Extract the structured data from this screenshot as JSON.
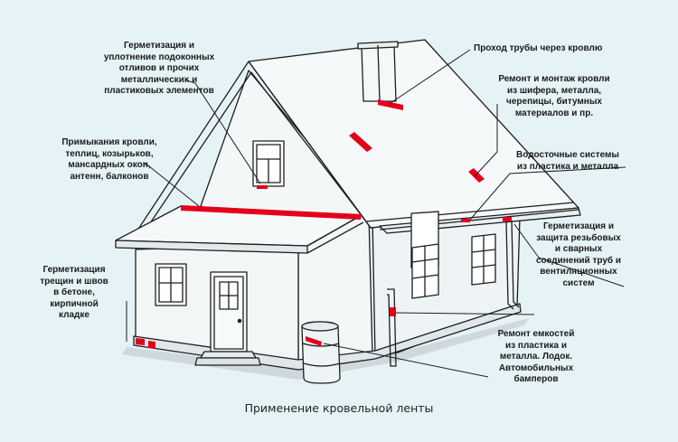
{
  "caption": "Применение кровельной ленты",
  "labels": {
    "sill": [
      "Герметизация и",
      "уплотнение подоконных",
      "отливов и прочих",
      "металлических и",
      "пластиковых элементов"
    ],
    "junction": [
      "Примыкания кровли,",
      "теплиц, козырьков,",
      "мансардных окон,",
      "антенн, балконов"
    ],
    "concrete": [
      "Герметизация",
      "трещин и швов",
      "в бетоне,",
      "кирпичной",
      "кладке"
    ],
    "pipe": [
      "Проход трубы через кровлю"
    ],
    "roofing": [
      "Ремонт и монтаж кровли",
      "из шифера, металла,",
      "черепицы, битумных",
      "материалов и пр."
    ],
    "gutter": [
      "Водосточные системы",
      "из пластика и металла"
    ],
    "threads": [
      "Герметизация и",
      "защита резьбовых",
      "и сварных",
      "соединений труб и",
      "вентиляционных",
      "систем"
    ],
    "tanks": [
      "Ремонт емкостей",
      "из пластика и",
      "металла. Лодок.",
      "Автомобильных",
      "бамперов"
    ]
  },
  "colors": {
    "accent": "#e3001b",
    "line": "#1e1e1e",
    "background": "#e6f3f6",
    "wall": "#f2f6f7"
  }
}
